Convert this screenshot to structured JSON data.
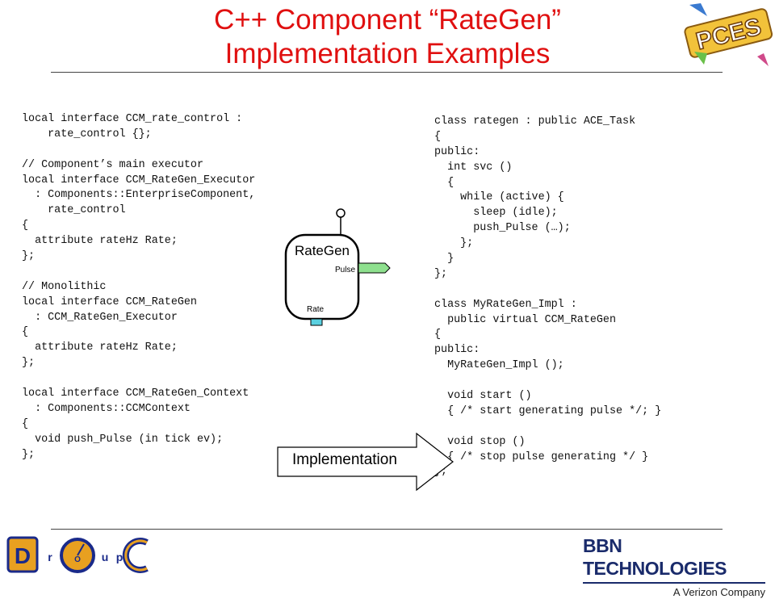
{
  "slide": {
    "title_line1": "C++ Component “RateGen”",
    "title_line2": "Implementation Examples"
  },
  "idl_code": [
    "local interface CCM_rate_control :",
    "    rate_control {};",
    "",
    "// Component’s main executor",
    "local interface CCM_RateGen_Executor",
    "  : Components::EnterpriseComponent,",
    "    rate_control",
    "{",
    "  attribute rateHz Rate;",
    "};",
    "",
    "// Monolithic",
    "local interface CCM_RateGen",
    "  : CCM_RateGen_Executor",
    "{",
    "  attribute rateHz Rate;",
    "};",
    "",
    "local interface CCM_RateGen_Context",
    "  : Components::CCMContext",
    "{",
    "  void push_Pulse (in tick ev);",
    "};"
  ],
  "cpp_code": [
    "class rategen : public ACE_Task",
    "{",
    "public:",
    "  int svc ()",
    "  {",
    "    while (active) {",
    "      sleep (idle);",
    "      push_Pulse (…);",
    "    };",
    "  }",
    "};",
    "",
    "class MyRateGen_Impl :",
    "  public virtual CCM_RateGen",
    "{",
    "public:",
    "  MyRateGen_Impl ();",
    "",
    "  void start ()",
    "  { /* start generating pulse */; }",
    "",
    "  void stop ()",
    "  { /* stop pulse generating */ }",
    "};"
  ],
  "diagram": {
    "component_name": "RateGen",
    "port_pulse": "Pulse",
    "port_rate": "Rate"
  },
  "arrow": {
    "label": "Implementation"
  },
  "logos": {
    "pces": "PCES",
    "doc_letters": [
      "D",
      "r",
      "O",
      "u",
      "p",
      "C"
    ],
    "bbn_name": "BBN TECHNOLOGIES",
    "bbn_sub": "A Verizon Company"
  },
  "colors": {
    "title": "#e01010",
    "port_cyan": "#5ad0e0",
    "port_green": "#8ee08e",
    "bbn_blue": "#1a2b6b"
  }
}
